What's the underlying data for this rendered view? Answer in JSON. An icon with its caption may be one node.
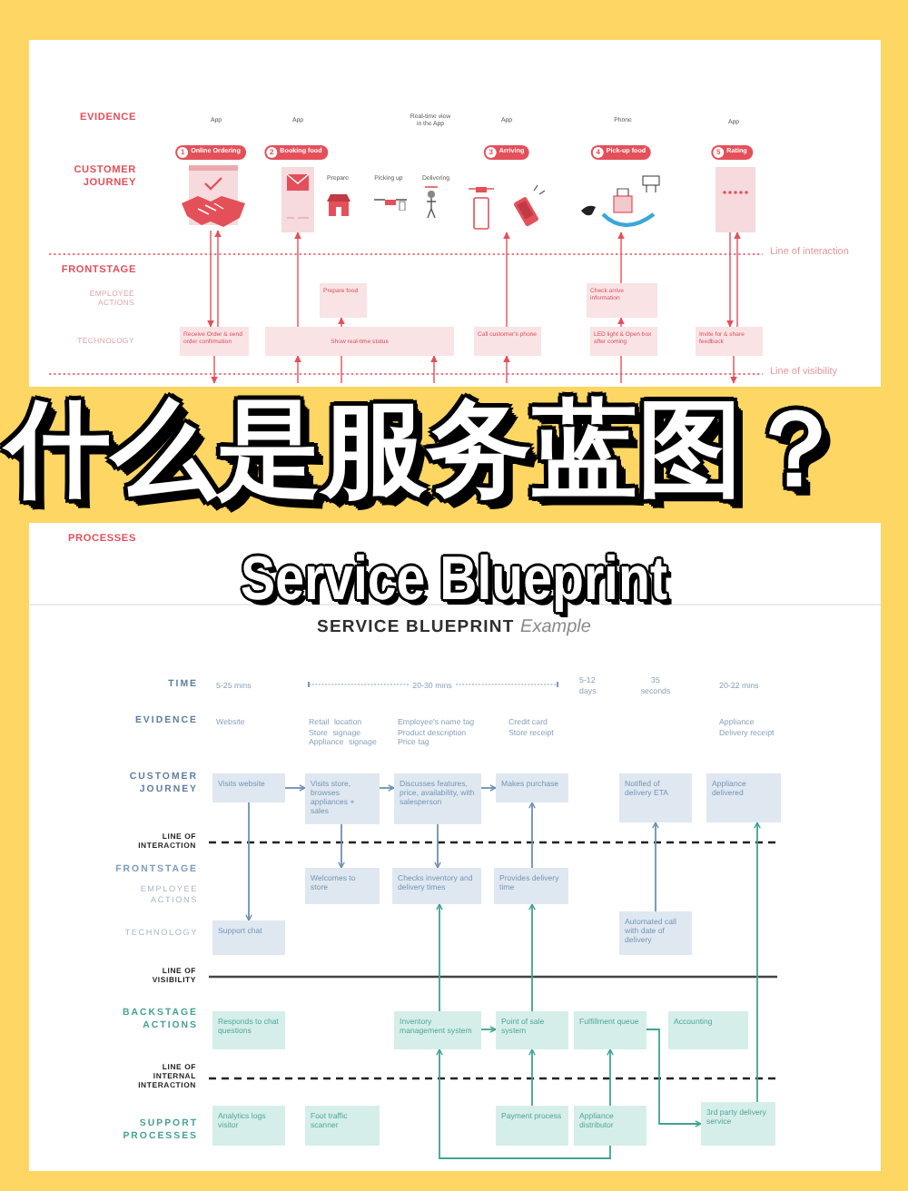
{
  "diagram": {
    "title": "什么是服务蓝图？",
    "nodes": [
      {
        "text": [
          "1",
          "Online Ordering"
        ]
      },
      {
        "text": [
          "2",
          "Booking food"
        ]
      },
      {
        "text": [
          "3",
          "Arriving"
        ]
      },
      {
        "text": [
          "4",
          "Pick-up food"
        ]
      },
      {
        "text": [
          "5",
          "Rating"
        ]
      },
      {
        "text": [],
        "shape": "picture"
      },
      {
        "text": [],
        "shape": "picture"
      },
      {
        "text": [],
        "shape": "picture"
      },
      {
        "text": [],
        "shape": "picture"
      },
      {
        "text": [],
        "shape": "picture"
      },
      {
        "text": [
          "Prepare food"
        ]
      },
      {
        "text": [
          "Check arrive information"
        ]
      },
      {
        "text": [
          "Receive Order & send order confirmation"
        ]
      },
      {
        "text": [
          "Show real-time status"
        ]
      },
      {
        "text": [
          "Call customer's phone"
        ]
      },
      {
        "text": [
          "LED light & Open box after coming"
        ]
      },
      {
        "text": [
          "Invite for & share feedback"
        ]
      },
      {
        "text": [
          "Visits website"
        ]
      },
      {
        "text": [
          "Visits store, browses appliances + sales"
        ]
      },
      {
        "text": [
          "Discusses features, price, availability, with salesperson"
        ]
      },
      {
        "text": [
          "Makes purchase"
        ]
      },
      {
        "text": [
          "Notified of delivery ETA"
        ]
      },
      {
        "text": [
          "Appliance delivered"
        ]
      },
      {
        "text": [
          "Welcomes to store"
        ]
      },
      {
        "text": [
          "Checks inventory and delivery times"
        ]
      },
      {
        "text": [
          "Provides delivery time"
        ]
      },
      {
        "text": [
          "Support chat"
        ]
      },
      {
        "text": [
          "Automated call with date of delivery"
        ]
      },
      {
        "text": [
          "Responds to chat questions"
        ]
      },
      {
        "text": [
          "Inventory management system"
        ]
      },
      {
        "text": [
          "Point of sale system"
        ]
      },
      {
        "text": [
          "Fulfillment queue"
        ]
      },
      {
        "text": [
          "Accounting"
        ]
      },
      {
        "text": [
          "Analytics logs visitor"
        ]
      },
      {
        "text": [
          "Foot traffic scanner"
        ]
      },
      {
        "text": [
          "Payment process"
        ]
      },
      {
        "text": [
          "Appliance distributor"
        ]
      },
      {
        "text": [
          "3rd party delivery service"
        ]
      }
    ],
    "edges": [
      {
        "from": 5,
        "to": 12,
        "arrow": "to"
      },
      {
        "from": 12,
        "to": 5,
        "arrow": "to"
      },
      {
        "from": 12,
        "to": null,
        "arrow": "to"
      },
      {
        "from": 13,
        "to": 6,
        "arrow": "to"
      },
      {
        "from": null,
        "to": 13,
        "arrow": "to"
      },
      {
        "from": 13,
        "to": 10,
        "arrow": "to"
      },
      {
        "from": 13,
        "to": null,
        "arrow": "none"
      },
      {
        "from": null,
        "to": 13,
        "arrow": "to"
      },
      {
        "from": 14,
        "to": 7,
        "arrow": "to"
      },
      {
        "from": null,
        "to": 14,
        "arrow": "to"
      },
      {
        "from": 11,
        "to": 8,
        "arrow": "to"
      },
      {
        "from": 15,
        "to": 11,
        "arrow": "to"
      },
      {
        "from": 15,
        "to": null,
        "arrow": "none"
      },
      {
        "from": 9,
        "to": 16,
        "arrow": "to"
      },
      {
        "from": 16,
        "to": 9,
        "arrow": "to"
      },
      {
        "from": 16,
        "to": null,
        "arrow": "to"
      },
      {
        "from": 17,
        "to": 18,
        "arrow": "to",
        "color": "#6f8fb0"
      },
      {
        "from": 18,
        "to": 19,
        "arrow": "to",
        "color": "#6f8fb0"
      },
      {
        "from": 19,
        "to": 20,
        "arrow": "to",
        "color": "#6f8fb0"
      },
      {
        "from": 17,
        "to": 26,
        "arrow": "to",
        "color": "#6f8fb0"
      },
      {
        "from": 18,
        "to": 23,
        "arrow": "to",
        "color": "#6f8fb0"
      },
      {
        "from": 19,
        "to": 24,
        "arrow": "to",
        "color": "#6f8fb0"
      },
      {
        "from": 25,
        "to": 20,
        "arrow": "to",
        "color": "#6f8fb0"
      },
      {
        "from": 27,
        "to": 21,
        "arrow": "to",
        "color": "#6f8fb0"
      },
      {
        "from": 37,
        "to": 22,
        "arrow": "to",
        "color": "#3ea394"
      },
      {
        "from": 29,
        "to": 24,
        "arrow": "to",
        "color": "#3ea394"
      },
      {
        "from": 30,
        "to": 25,
        "arrow": "to",
        "color": "#3ea394"
      },
      {
        "from": 29,
        "to": 30,
        "arrow": "to",
        "color": "#3ea394"
      },
      {
        "from": 31,
        "to": 37,
        "arrow": "to",
        "color": "#3ea394"
      },
      {
        "from": 35,
        "to": 30,
        "arrow": "to",
        "color": "#3ea394"
      },
      {
        "from": 36,
        "to": 31,
        "arrow": "to",
        "color": "#3ea394"
      },
      {
        "from": 36,
        "to": 29,
        "arrow": "to",
        "color": "#3ea394"
      }
    ],
    "labels": [
      "EVIDENCE",
      "App",
      "App",
      "Real-time view in the App",
      "App",
      "Phone",
      "App",
      "CUSTOMER JOURNEY",
      "Prepare",
      "Picking up",
      "Delivering",
      "Line of interaction",
      "FRONTSTAGE",
      "EMPLOYEE ACTIONS",
      "TECHNOLOGY",
      "Line of visibility",
      "PROCESSES",
      "Service Blueprint",
      "**SERVICE BLUEPRINT** *Example*",
      "TIME",
      "5-25 mins",
      "20-30 mins",
      "5-12 days",
      "35 seconds",
      "20-22 mins",
      "EVIDENCE",
      "Website",
      "Retail location Store signage Appliance signage",
      "Employee's name tag Product description Price tag",
      "Credit card Store receipt",
      "Appliance Delivery receipt",
      "CUSTOMER JOURNEY",
      "LINE OF INTERACTION",
      "FRONTSTAGE",
      "EMPLOYEE ACTIONS",
      "TECHNOLOGY",
      "LINE OF VISIBILITY",
      "BACKSTAGE ACTIONS",
      "LINE OF INTERNAL INTERACTION",
      "SUPPORT PROCESSES"
    ]
  }
}
